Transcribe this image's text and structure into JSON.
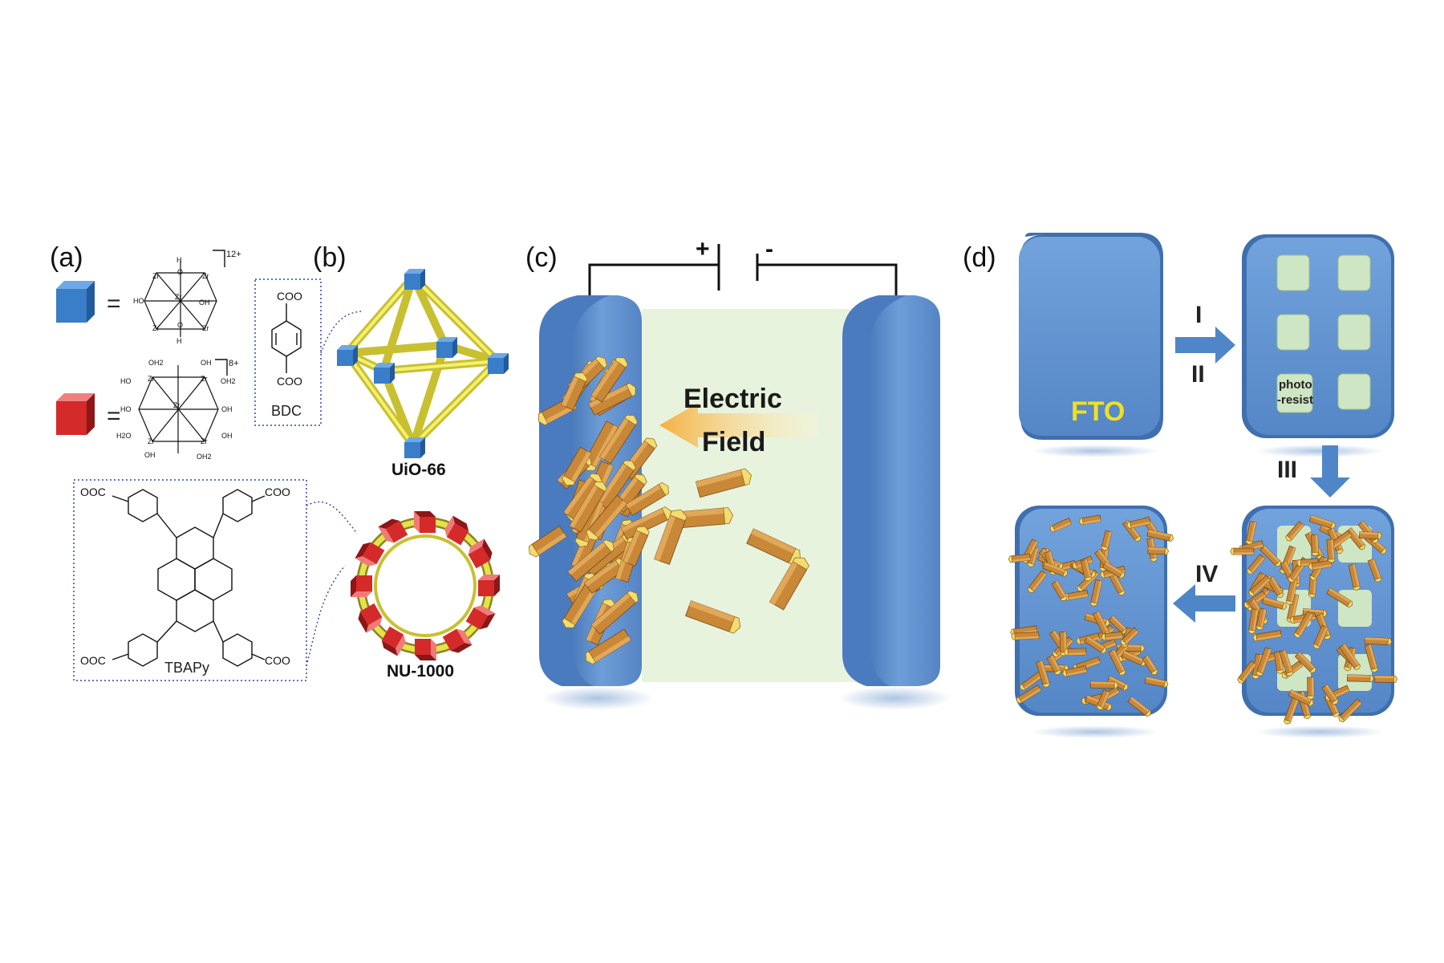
{
  "panels": {
    "a": "(a)",
    "b": "(b)",
    "c": "(c)",
    "d": "(d)"
  },
  "panel_a": {
    "equals": "=",
    "cluster1_charge": "12+",
    "cluster2_charge": "8+",
    "bdc_top_group": "COO",
    "bdc_bottom_group": "COO",
    "bdc_name": "BDC",
    "tbapy_tl": "OOC",
    "tbapy_tr": "COO",
    "tbapy_bl": "OOC",
    "tbapy_br": "COO",
    "tbapy_name": "TBAPy",
    "atoms": {
      "zr": "Zr",
      "o": "O",
      "h": "H",
      "ho": "HO",
      "oh": "OH",
      "oh2": "OH2",
      "h2o": "H2O"
    },
    "colors": {
      "cluster1": "#3a7dc8",
      "cluster2": "#d42a2a"
    }
  },
  "panel_b": {
    "uio66": "UiO-66",
    "nu1000": "NU-1000",
    "colors": {
      "linker": "#e6e24a",
      "node_blue": "#3a7dc8",
      "node_red": "#d42a2a"
    }
  },
  "panel_c": {
    "plus": "+",
    "minus": "-",
    "field_line1": "Electric",
    "field_line2": "Field",
    "colors": {
      "electrode": "#5f8fcc",
      "solution": "#e8f3dc",
      "crystal": "#d09040",
      "crystal_end": "#f3dc70"
    }
  },
  "panel_d": {
    "substrate": "FTO",
    "step1": "I",
    "step2": "II",
    "step3": "III",
    "step4": "IV",
    "photoresist_line1": "photo",
    "photoresist_line2": "-resist",
    "colors": {
      "substrate": "#6193cf",
      "photoresist": "#cfe6c4",
      "arrow": "#4f86c8",
      "label": "#f0e020"
    }
  }
}
